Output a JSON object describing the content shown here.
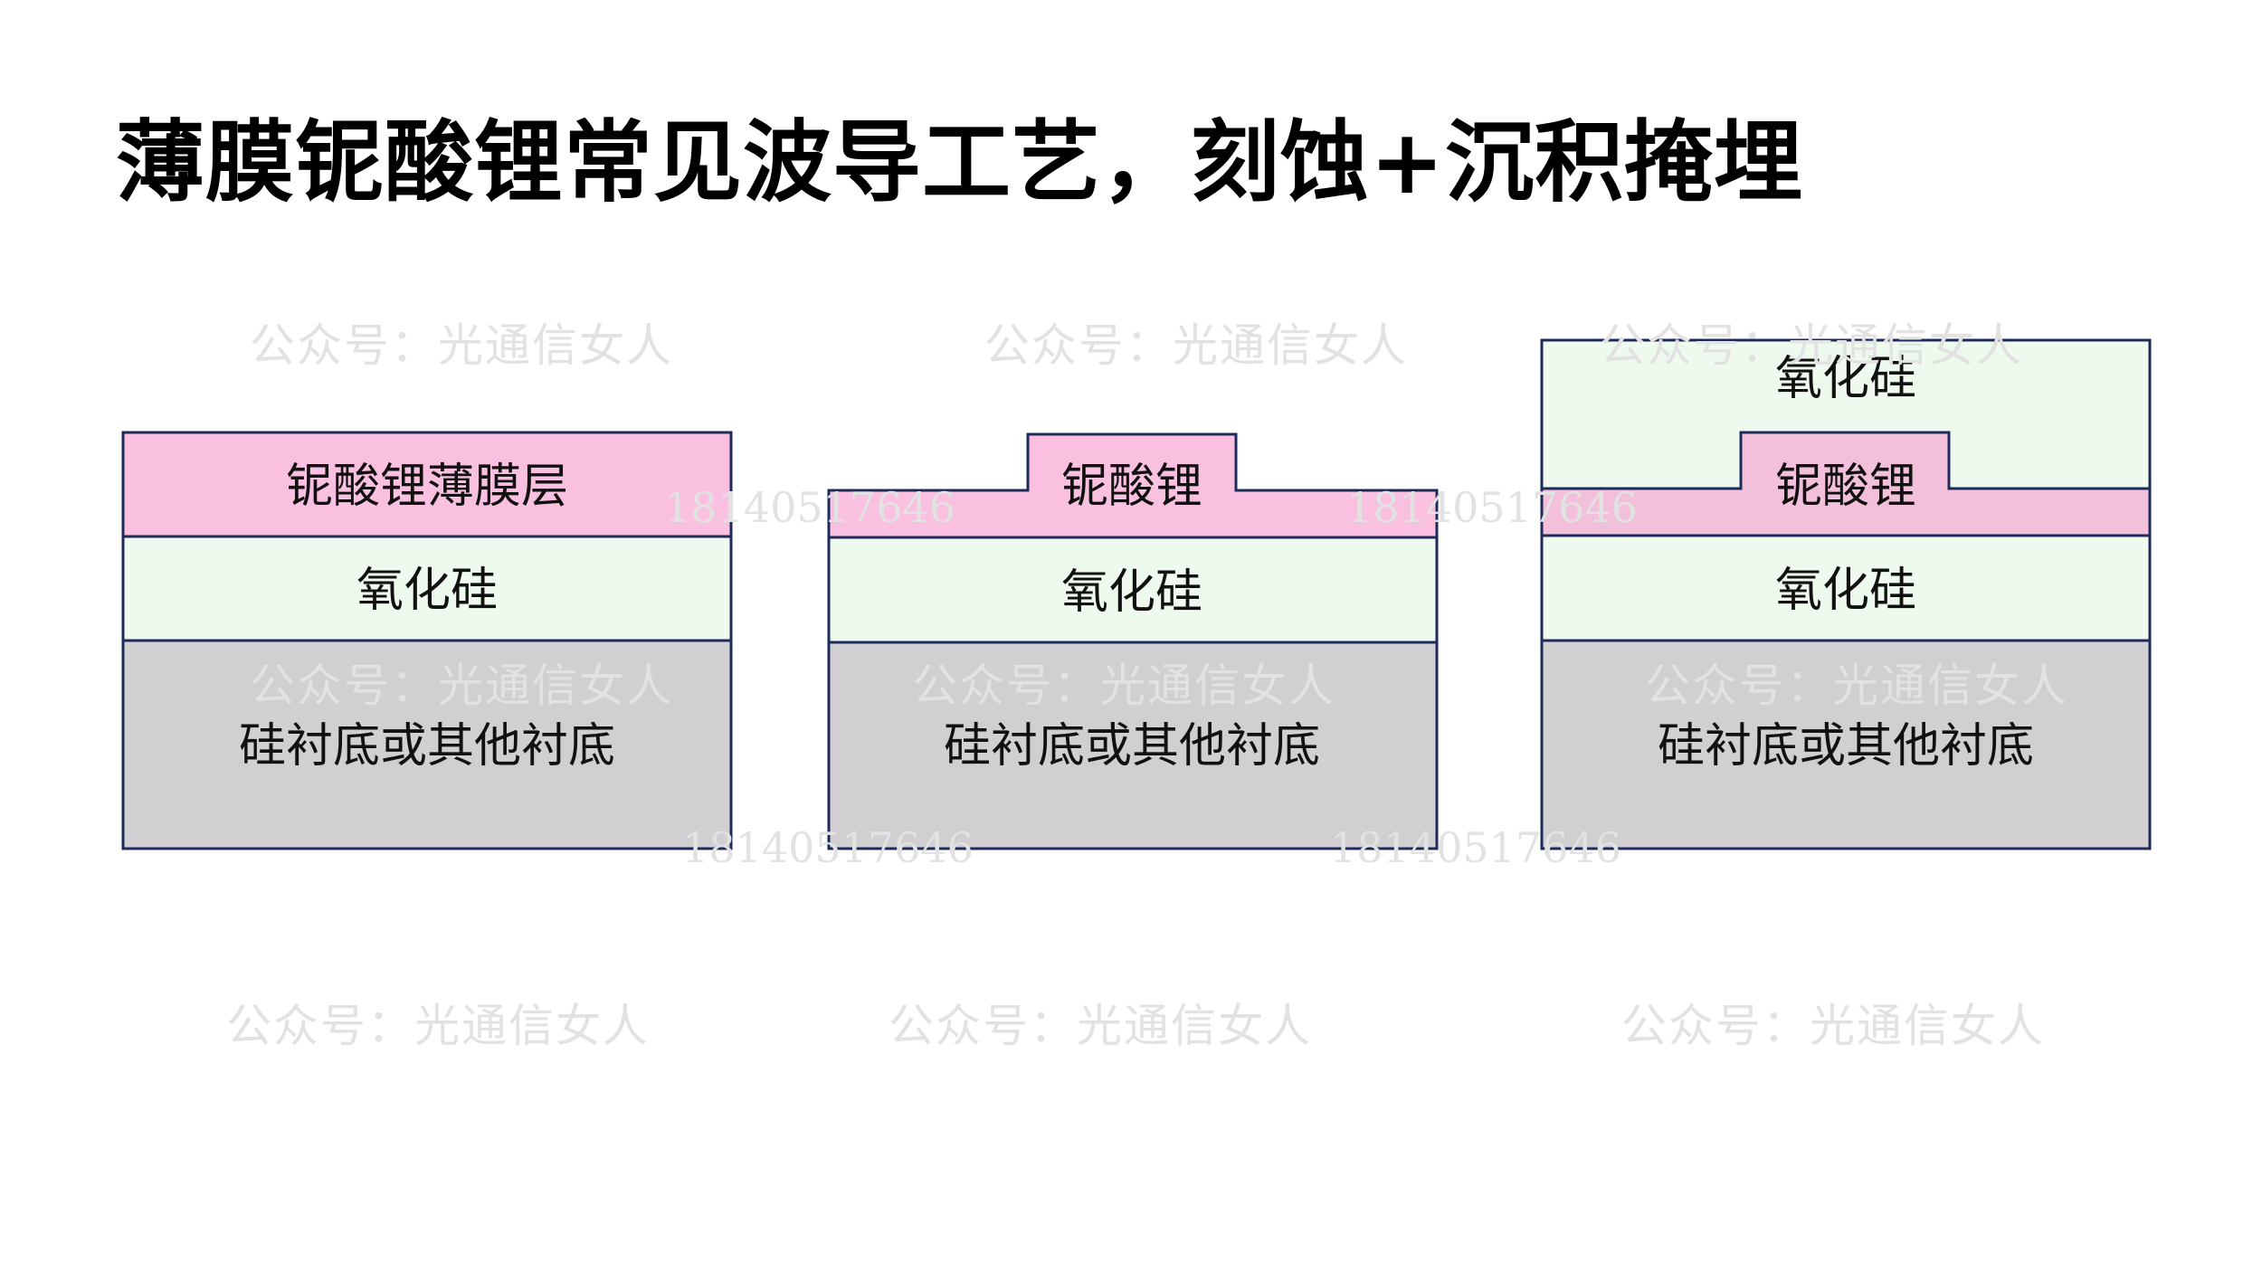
{
  "title": "薄膜铌酸锂常见波导工艺，刻蚀+沉积掩埋",
  "colors": {
    "linbo3": "#f9c0e0",
    "linbo3_buried": "#f2c0da",
    "oxide": "#eefaee",
    "substrate": "#d1cfd1",
    "outline": "#1e2a5a"
  },
  "stages": [
    {
      "layers": {
        "linbo3": "铌酸锂薄膜层",
        "oxide": "氧化硅",
        "substrate": "硅衬底或其他衬底"
      }
    },
    {
      "layers": {
        "linbo3": "铌酸锂",
        "oxide": "氧化硅",
        "substrate": "硅衬底或其他衬底"
      }
    },
    {
      "layers": {
        "cladding": "氧化硅",
        "linbo3": "铌酸锂",
        "oxide": "氧化硅",
        "substrate": "硅衬底或其他衬底"
      }
    }
  ],
  "watermarks": {
    "account": "公众号：光通信女人",
    "phone": "18140517646"
  }
}
